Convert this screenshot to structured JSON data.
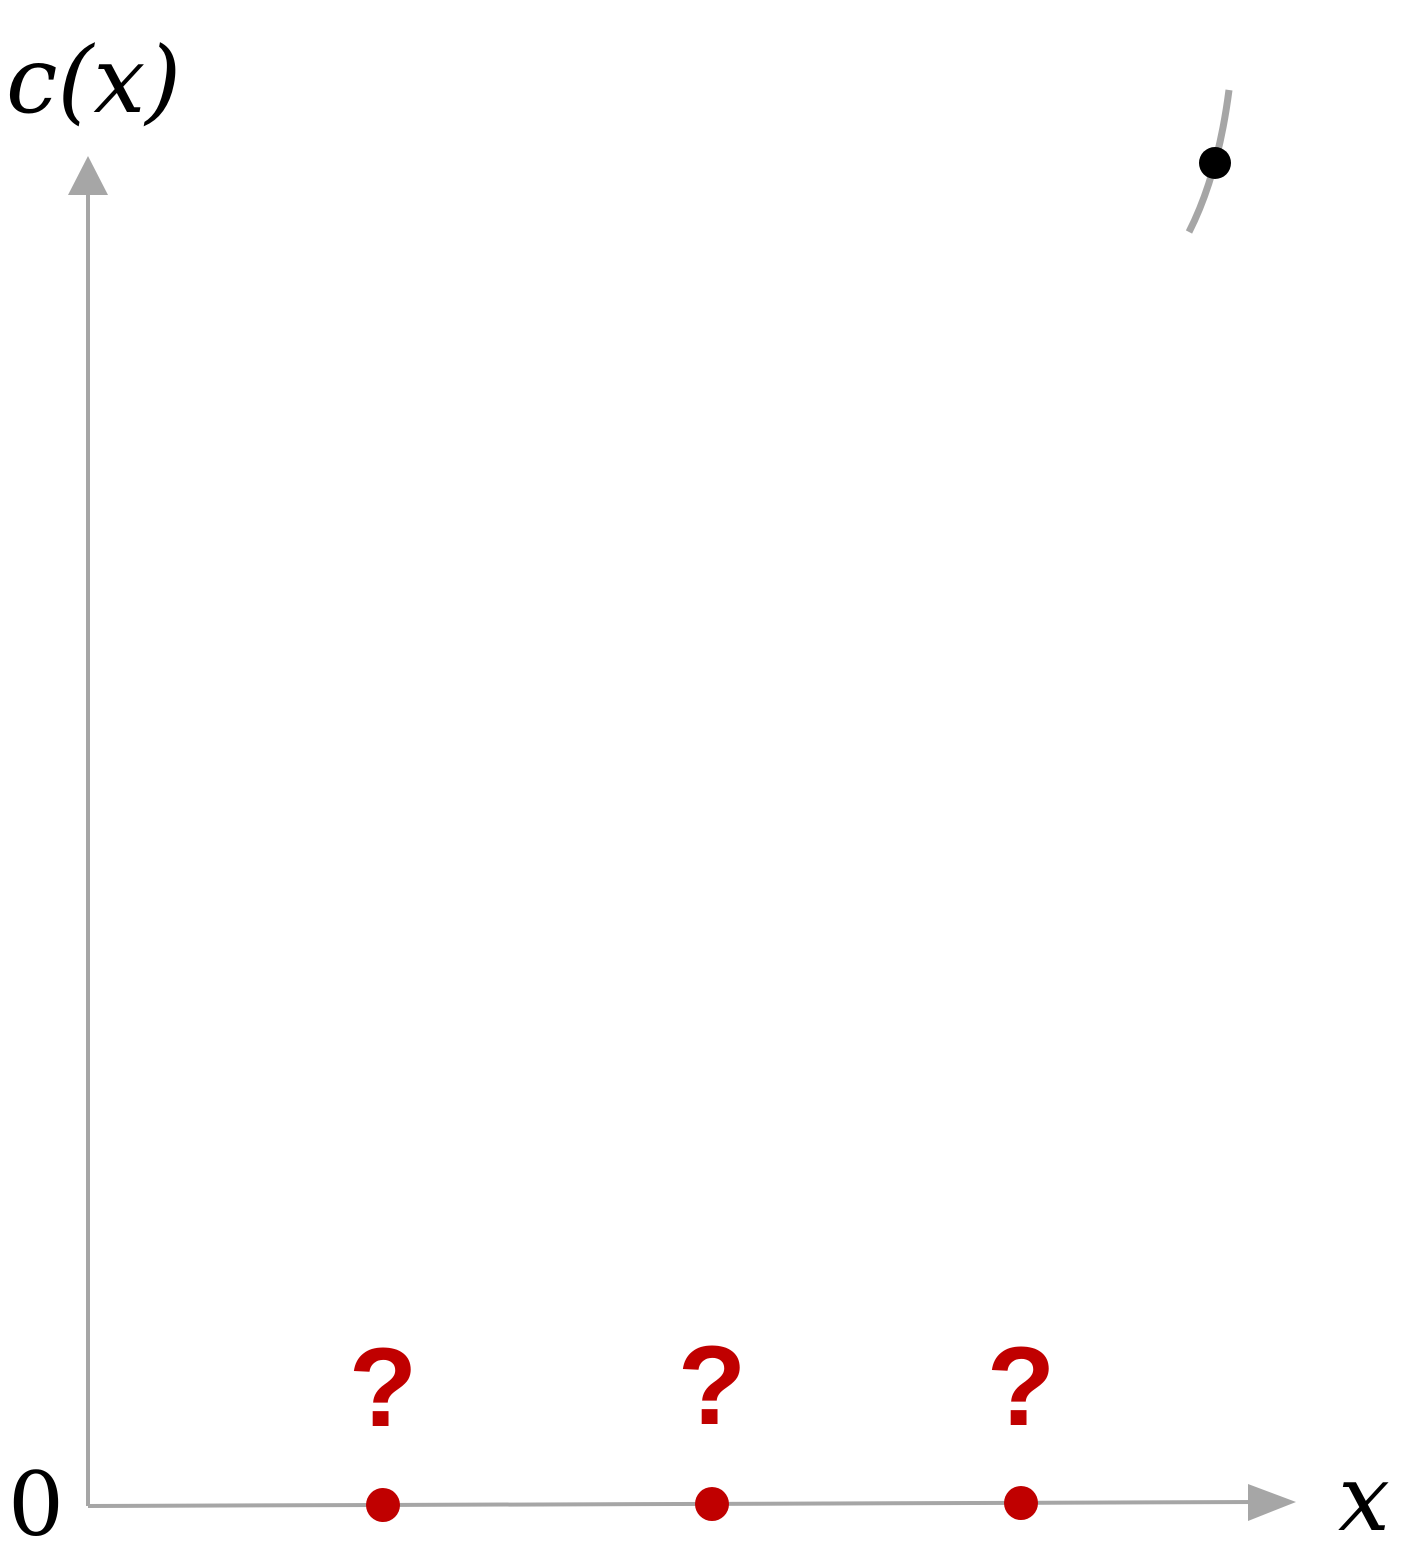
{
  "labels": {
    "y_axis": "c(x)",
    "x_axis": "x",
    "origin": "0"
  },
  "markers": [
    {
      "label": "?"
    },
    {
      "label": "?"
    },
    {
      "label": "?"
    }
  ],
  "colors": {
    "axis": "#a6a6a6",
    "marker": "#c00000",
    "point": "#000000",
    "curve": "#a6a6a6"
  }
}
